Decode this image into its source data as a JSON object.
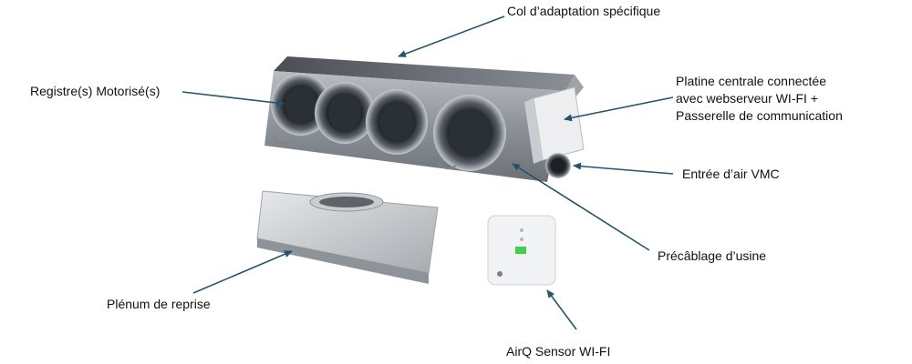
{
  "labels": {
    "col": "Col d’adaptation spécifique",
    "registre": "Registre(s) Motorisé(s)",
    "platine": [
      "Platine centrale connectée",
      "avec webserveur WI-FI +",
      "Passerelle de communication"
    ],
    "entree": "Entrée d’air VMC",
    "precablage": "Précâblage d’usine",
    "plenum": "Plénum de reprise",
    "airq": "AirQ Sensor WI-FI"
  },
  "colors": {
    "arrow": "#24546b",
    "metal_light": "#d9dcdf",
    "metal_dark": "#5c6066",
    "sensor_led": "#3fd14a"
  }
}
